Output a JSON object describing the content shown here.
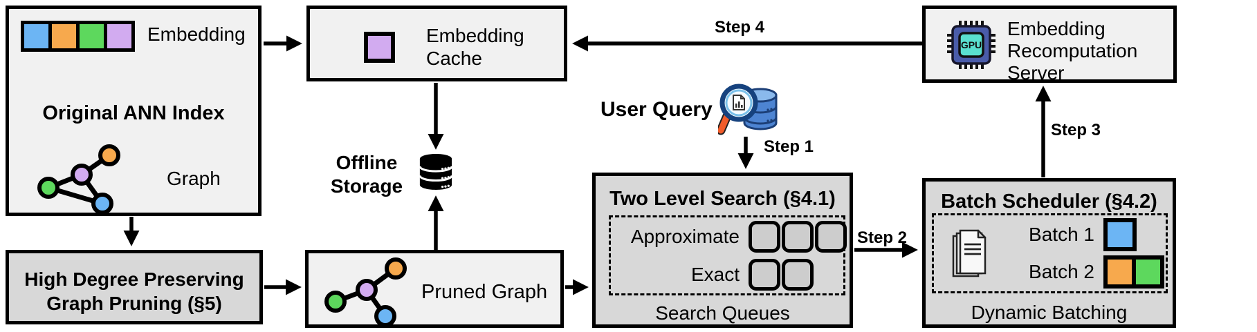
{
  "colors": {
    "blue": "#6cb5f4",
    "orange": "#f7a94d",
    "green": "#5dd85d",
    "purple": "#d2abf0",
    "box_light": "#f1f1f1",
    "box_dark": "#d8d8d8",
    "gpu_body": "#4a5caa",
    "gpu_core": "#5ae0cf",
    "handle_orange": "#f25c2a",
    "db_blue": "#4d84d2"
  },
  "original_index": {
    "embedding_label": "Embedding",
    "title": "Original ANN Index",
    "graph_label": "Graph"
  },
  "embedding_cache": {
    "label": "Embedding Cache"
  },
  "recomputation_server": {
    "label": "Embedding Recomputation Server",
    "gpu_text": "GPU"
  },
  "offline_storage": {
    "label": "Offline Storage"
  },
  "user_query": {
    "label": "User Query"
  },
  "pruned_graph": {
    "label": "Pruned Graph"
  },
  "graph_pruning": {
    "line1": "High Degree Preserving",
    "line2": "Graph Pruning (§5)"
  },
  "two_level_search": {
    "title": "Two Level Search (§4.1)",
    "approximate_label": "Approximate",
    "exact_label": "Exact",
    "footer": "Search Queues"
  },
  "batch_scheduler": {
    "title": "Batch Scheduler (§4.2)",
    "batch1_label": "Batch 1",
    "batch2_label": "Batch 2",
    "footer": "Dynamic Batching"
  },
  "steps": {
    "step1": "Step 1",
    "step2": "Step 2",
    "step3": "Step 3",
    "step4": "Step 4"
  }
}
